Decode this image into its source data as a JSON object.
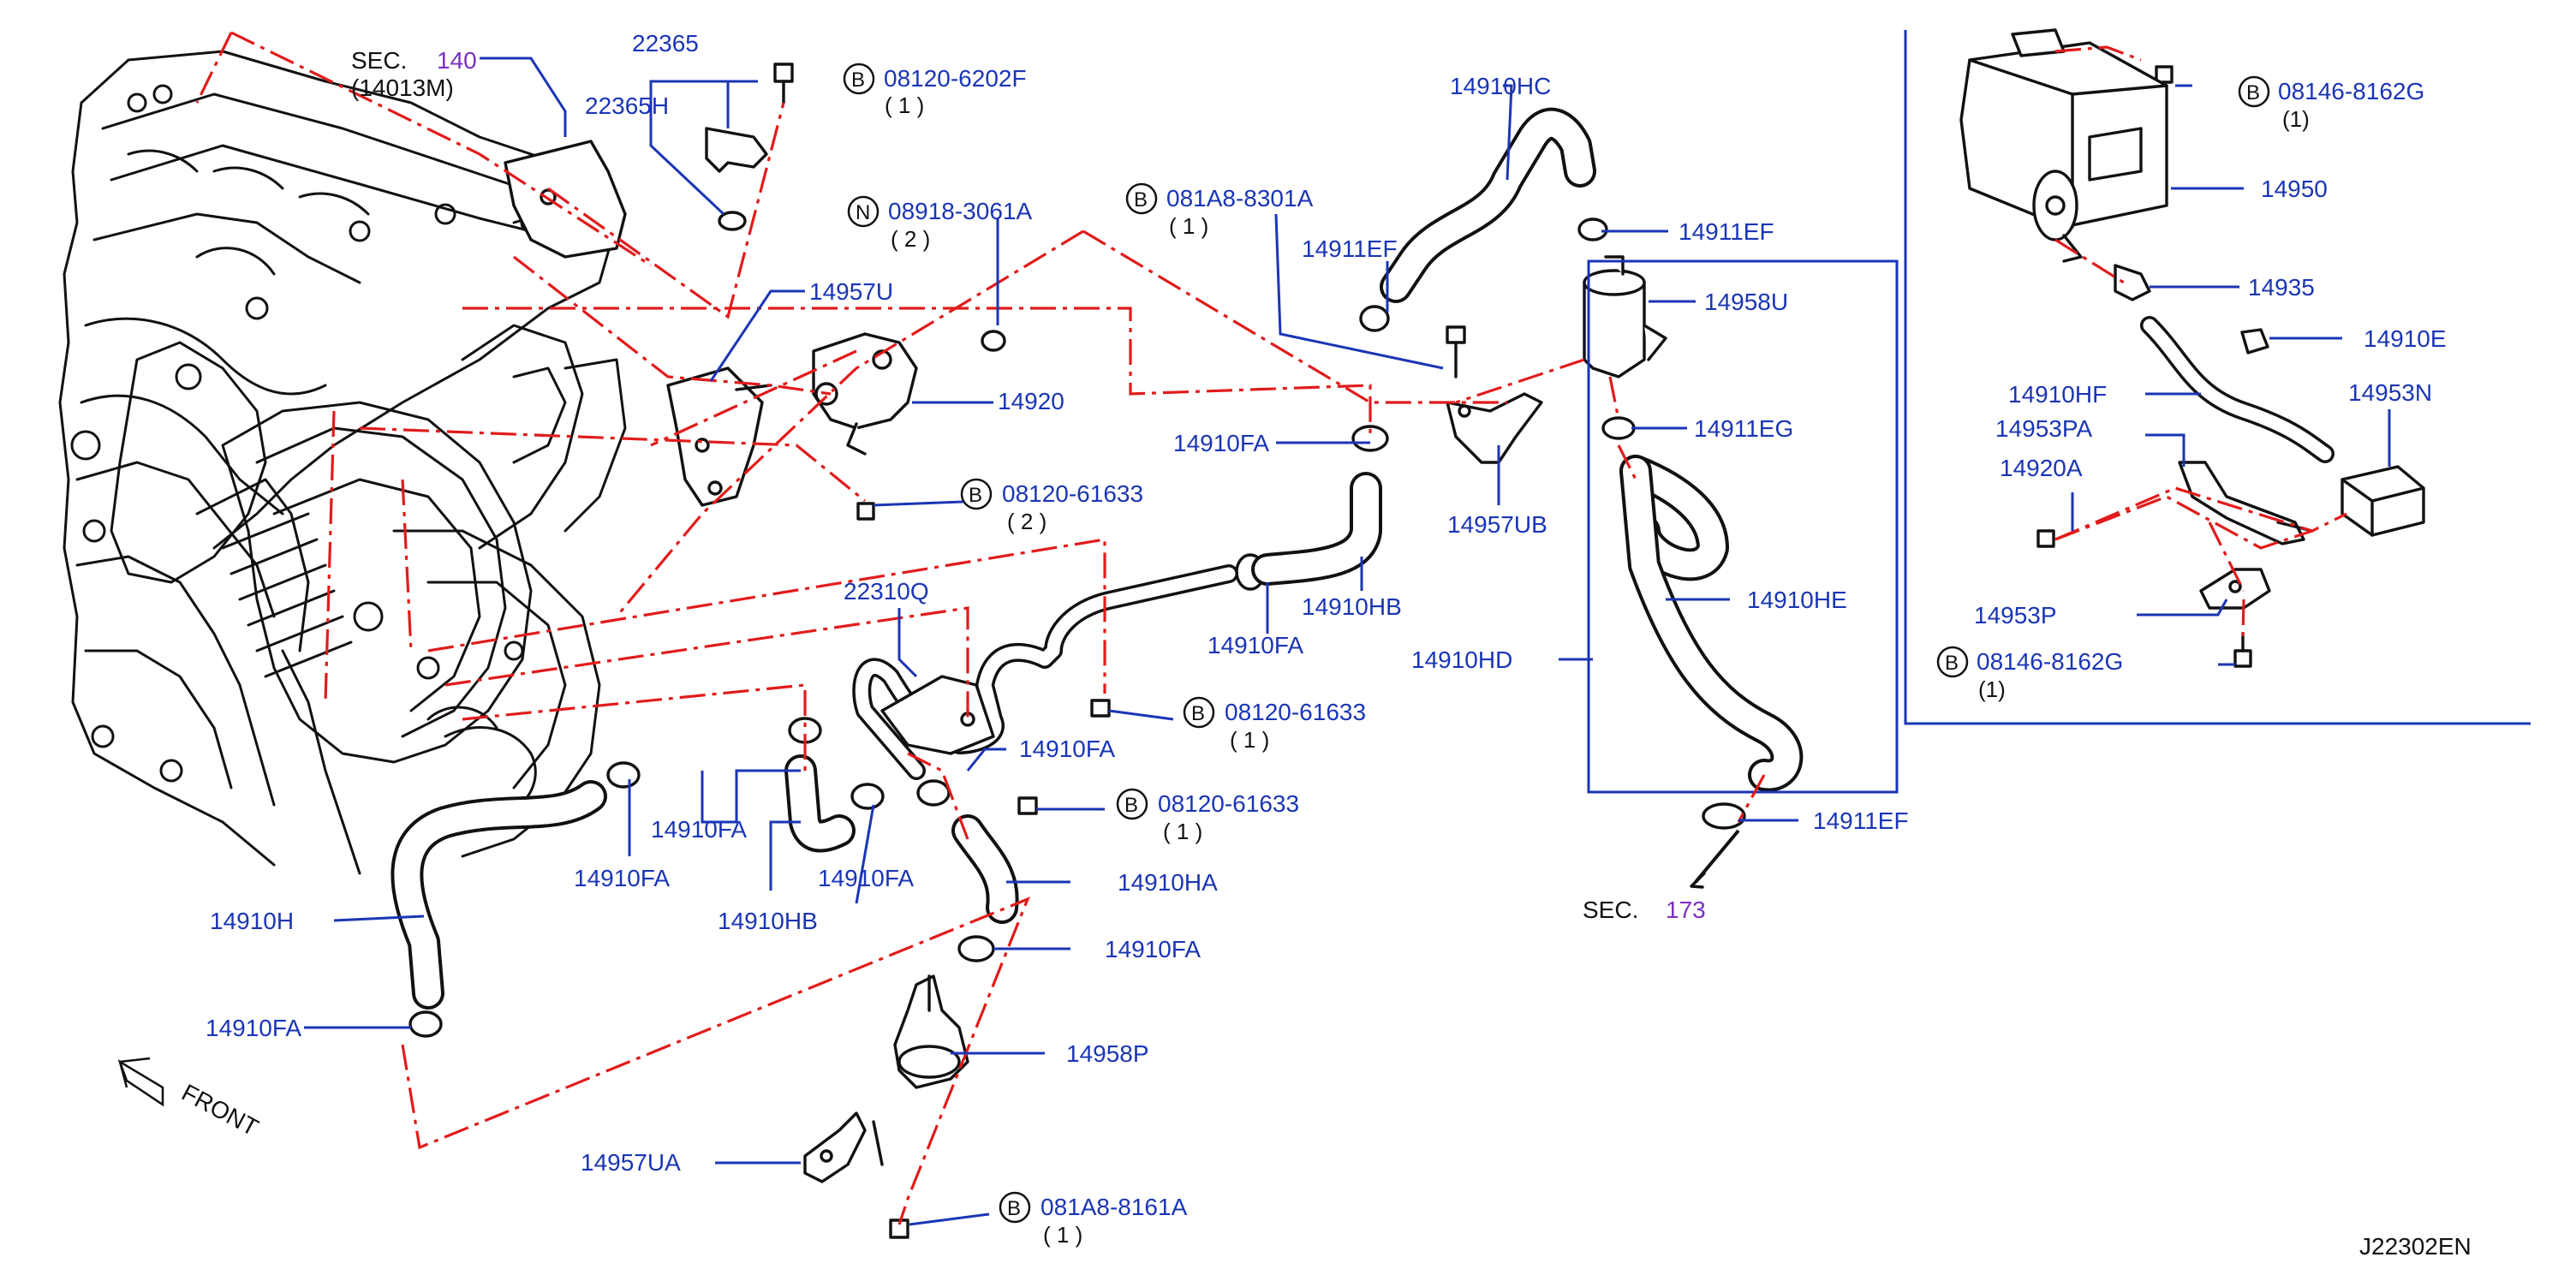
{
  "diagram_code": "J22302EN",
  "front_label": "FRONT",
  "sec_prefix": "SEC.",
  "sec_refs": [
    {
      "num": "140",
      "sub": "(14013M)"
    },
    {
      "num": "173"
    }
  ],
  "parts": {
    "p22365": "22365",
    "p22365H": "22365H",
    "p14957U": "14957U",
    "p14920": "14920",
    "p14910FA": "14910FA",
    "p14910HB": "14910HB",
    "p22310Q": "22310Q",
    "p14910H": "14910H",
    "p14910HA": "14910HA",
    "p14958P": "14958P",
    "p14957UA": "14957UA",
    "p14910HC": "14910HC",
    "p14911EF": "14911EF",
    "p14958U": "14958U",
    "p14911EG": "14911EG",
    "p14957UB": "14957UB",
    "p14910HE": "14910HE",
    "p14910HD": "14910HD",
    "p14950": "14950",
    "p14935": "14935",
    "p14910E": "14910E",
    "p14910HF": "14910HF",
    "p14953N": "14953N",
    "p14953PA": "14953PA",
    "p14920A": "14920A",
    "p14953P": "14953P"
  },
  "fasteners": {
    "f1": {
      "prefix": "B",
      "code": "08120-6202F",
      "qty": "( 1 )"
    },
    "f2": {
      "prefix": "N",
      "code": "08918-3061A",
      "qty": "( 2 )"
    },
    "f3": {
      "prefix": "B",
      "code": "081A8-8301A",
      "qty": "( 1 )"
    },
    "f4": {
      "prefix": "B",
      "code": "08120-61633",
      "qty": "( 2 )"
    },
    "f5": {
      "prefix": "B",
      "code": "08120-61633",
      "qty": "( 1 )"
    },
    "f6": {
      "prefix": "B",
      "code": "08120-61633",
      "qty": "( 1 )"
    },
    "f7": {
      "prefix": "B",
      "code": "081A8-8161A",
      "qty": "( 1 )"
    },
    "f8": {
      "prefix": "B",
      "code": "08146-8162G",
      "qty": "(1)"
    },
    "f9": {
      "prefix": "B",
      "code": "08146-8162G",
      "qty": "(1)"
    }
  },
  "colors": {
    "label": "#1a35b5",
    "reference_line": "#e11b1b",
    "section_ref": "#7a2fc2",
    "linework": "#111111"
  }
}
